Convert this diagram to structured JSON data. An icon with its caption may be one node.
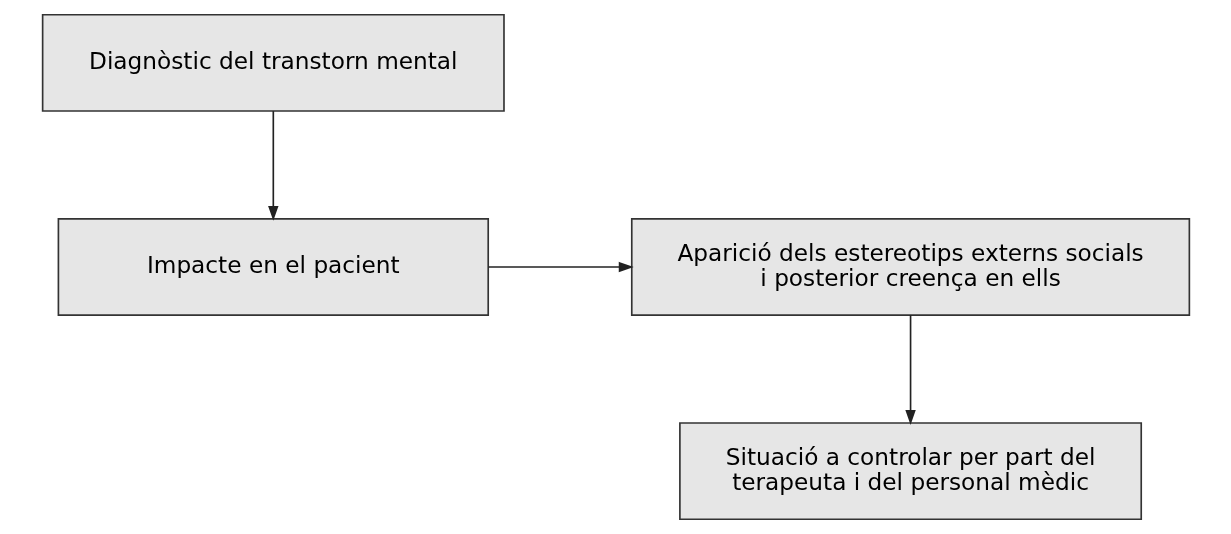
{
  "diagram": {
    "nodes": [
      {
        "text": [
          "Diagnòstic del transtorn mental"
        ]
      },
      {
        "text": [
          "Impacte en el pacient"
        ]
      },
      {
        "text": [
          "Aparició dels estereotips externs socials i posterior creença en ells"
        ]
      },
      {
        "text": [
          "Situació a controlar per part del terapeuta i del personal mèdic"
        ]
      }
    ],
    "edges": [
      {
        "from": 0,
        "to": 1,
        "arrow": "to"
      },
      {
        "from": 1,
        "to": 2,
        "arrow": "to"
      },
      {
        "from": 2,
        "to": 3,
        "arrow": "to"
      }
    ]
  }
}
